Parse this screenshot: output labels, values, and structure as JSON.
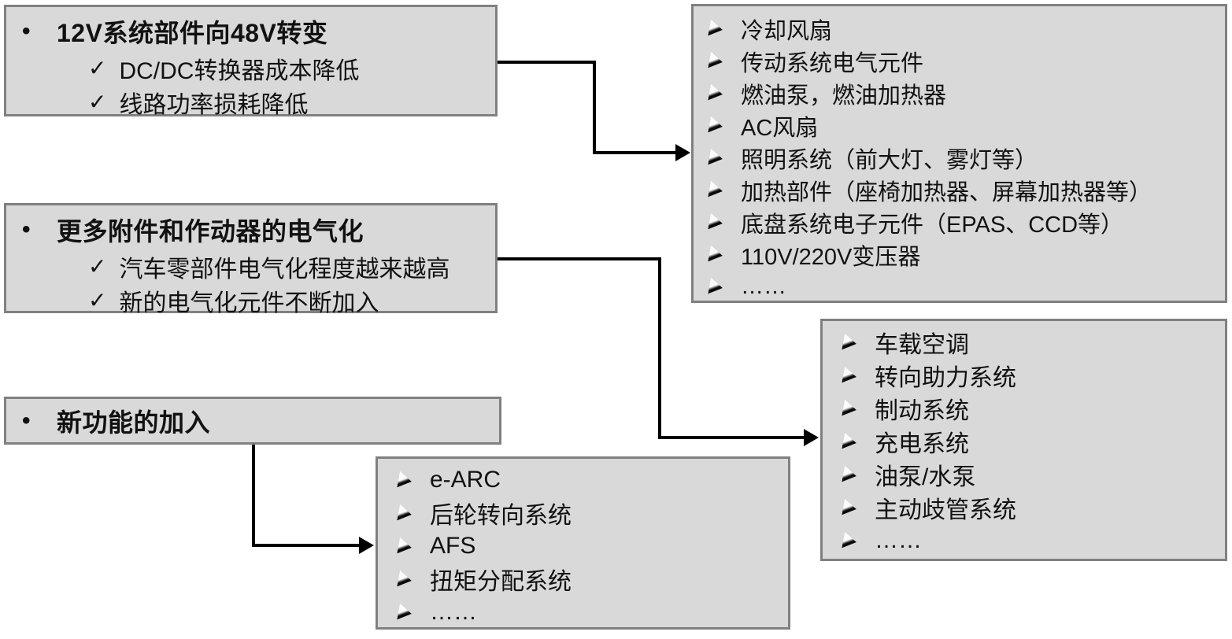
{
  "colors": {
    "background": "#ffffff",
    "box_fill": "#d9d9d9",
    "box_border": "#808080",
    "connector": "#000000",
    "text": "#111111"
  },
  "markers": {
    "bullet": "•",
    "check": "✓",
    "arrow": "➢"
  },
  "boxes": {
    "v12_to_v48": {
      "title": "12V系统部件向48V转变",
      "items": [
        "DC/DC转换器成本降低",
        "线路功率损耗降低"
      ]
    },
    "more_electrification": {
      "title": "更多附件和作动器的电气化",
      "items": [
        "汽车零部件电气化程度越来越高",
        "新的电气化元件不断加入"
      ]
    },
    "new_functions": {
      "title": "新功能的加入"
    },
    "v48_components": {
      "items": [
        "冷却风扇",
        "传动系统电气元件",
        "燃油泵，燃油加热器",
        "AC风扇",
        "照明系统（前大灯、雾灯等）",
        "加热部件（座椅加热器、屏幕加热器等）",
        "底盘系统电子元件（EPAS、CCD等）",
        "110V/220V变压器",
        "……"
      ]
    },
    "electrified_systems": {
      "items": [
        "车载空调",
        "转向助力系统",
        "制动系统",
        "充电系统",
        "油泵/水泵",
        "主动歧管系统",
        "……"
      ]
    },
    "new_function_systems": {
      "items": [
        "e-ARC",
        "后轮转向系统",
        "AFS",
        "扭矩分配系统",
        "……"
      ]
    }
  }
}
